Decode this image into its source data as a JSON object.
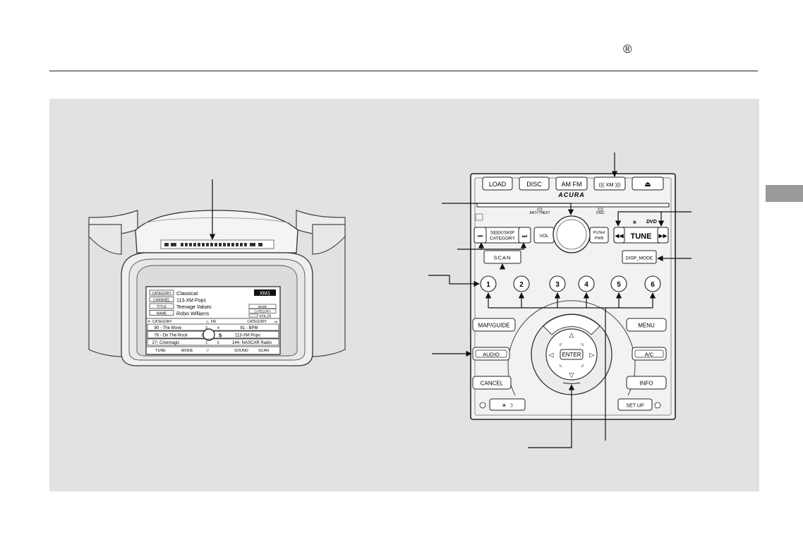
{
  "header": {
    "registered_mark": "®"
  },
  "display": {
    "category_tag": "CATEGORY",
    "channel_tag": "CHANNEL",
    "title_tag": "TITLE",
    "name_tag": "NAME",
    "category_value": "Classical",
    "channel_value": "113-XM Pops",
    "title_value": "Teenage Values",
    "name_value": "Robin Williams",
    "band_badge": "XM1",
    "mode_small": "MODE",
    "category_small": "CATEGORY",
    "vol_value": "VOL29",
    "bar_left": "CATEGORY",
    "bar_center": "XM",
    "bar_right": "CATEGORY",
    "presets": [
      {
        "left": "80 - The Move",
        "lnum": "3",
        "rnum": "4",
        "right": "81 - BPM"
      },
      {
        "left": "76 - On The Rock",
        "lnum": "2",
        "rnum": "5",
        "right": "113-XM Pops"
      },
      {
        "left": "27- Cinemagic",
        "lnum": "1",
        "rnum": "6",
        "right": "144- NASCAR Radio"
      }
    ],
    "footer": [
      "TUNE",
      "MODE",
      "SOUND",
      "SCAN"
    ]
  },
  "head_unit": {
    "top_buttons": [
      "LOAD",
      "DISC",
      "AM  FM",
      "((( XM )))",
      "⏏"
    ],
    "brand": "ACURA",
    "anti_theft": "ANTI-THEFT",
    "disc_indicator": "DISC",
    "seek_skip": "SEEK/SKIP",
    "category": "CATEGORY",
    "vol": "VOL",
    "push_pwr_1": "PUSH/",
    "push_pwr_2": "PWR",
    "tune": "TUNE",
    "dvd": "DVD",
    "scan": "SCAN",
    "disp_mode": "DISP_MODE",
    "presets": [
      "1",
      "2",
      "3",
      "4",
      "5",
      "6"
    ],
    "map_guide": "MAP/GUIDE",
    "menu": "MENU",
    "audio": "AUDIO",
    "ac": "A/C",
    "enter": "ENTER",
    "cancel": "CANCEL",
    "info": "INFO",
    "setup": "SET UP"
  }
}
